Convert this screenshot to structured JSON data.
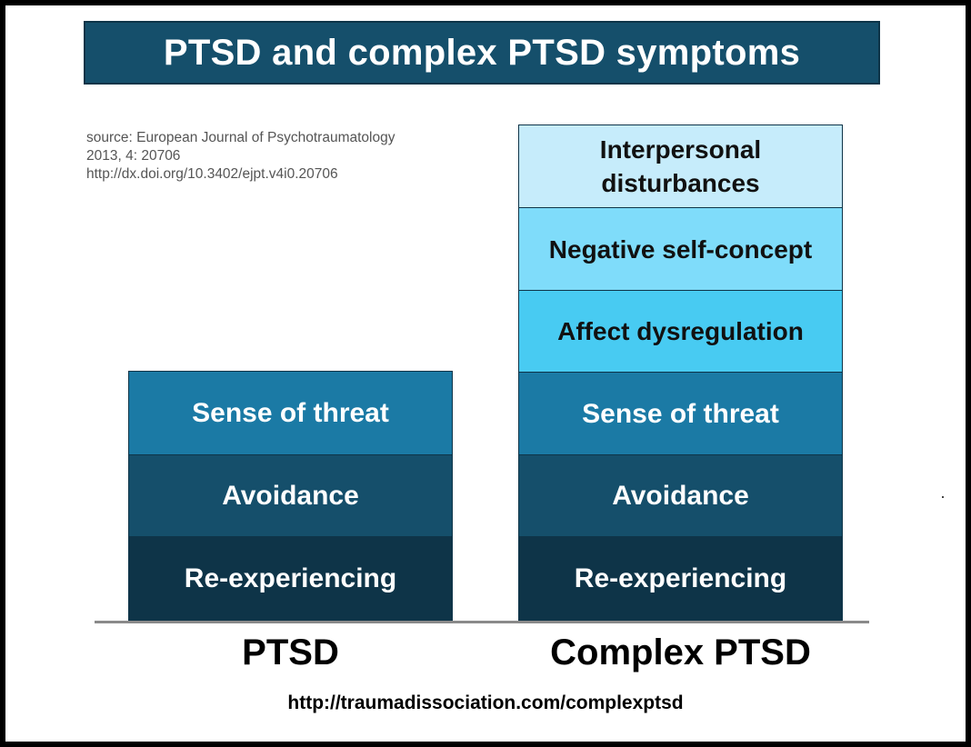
{
  "title": "PTSD and complex PTSD symptoms",
  "source_lines": [
    "source: European Journal of Psychotraumatology",
    "2013, 4: 20706",
    "http://dx.doi.org/10.3402/ejpt.v4i0.20706"
  ],
  "colors": {
    "title_bar": "#154f6b",
    "re_experiencing": "#0e3448",
    "avoidance": "#154f6b",
    "sense_of_threat": "#1b7aa5",
    "affect_dysregulation": "#48cbf2",
    "negative_self_concept": "#7fdcfa",
    "interpersonal_disturbances": "#c6ecfb"
  },
  "ptsd": {
    "label": "PTSD",
    "segments": [
      {
        "text": "Sense of threat",
        "color": "#1b7aa5",
        "text_color": "light"
      },
      {
        "text": "Avoidance",
        "color": "#154f6b",
        "text_color": "light"
      },
      {
        "text": "Re-experiencing",
        "color": "#0e3448",
        "text_color": "light"
      }
    ]
  },
  "complex_ptsd": {
    "label": "Complex PTSD",
    "segments": [
      {
        "text": "Interpersonal\ndisturbances",
        "color": "#c6ecfb",
        "text_color": "dark"
      },
      {
        "text": "Negative self-concept",
        "color": "#7fdcfa",
        "text_color": "dark"
      },
      {
        "text": "Affect dysregulation",
        "color": "#48cbf2",
        "text_color": "dark"
      },
      {
        "text": "Sense of threat",
        "color": "#1b7aa5",
        "text_color": "light"
      },
      {
        "text": "Avoidance",
        "color": "#154f6b",
        "text_color": "light"
      },
      {
        "text": "Re-experiencing",
        "color": "#0e3448",
        "text_color": "light"
      }
    ]
  },
  "footer_url": "http://traumadissociation.com/complexptsd"
}
